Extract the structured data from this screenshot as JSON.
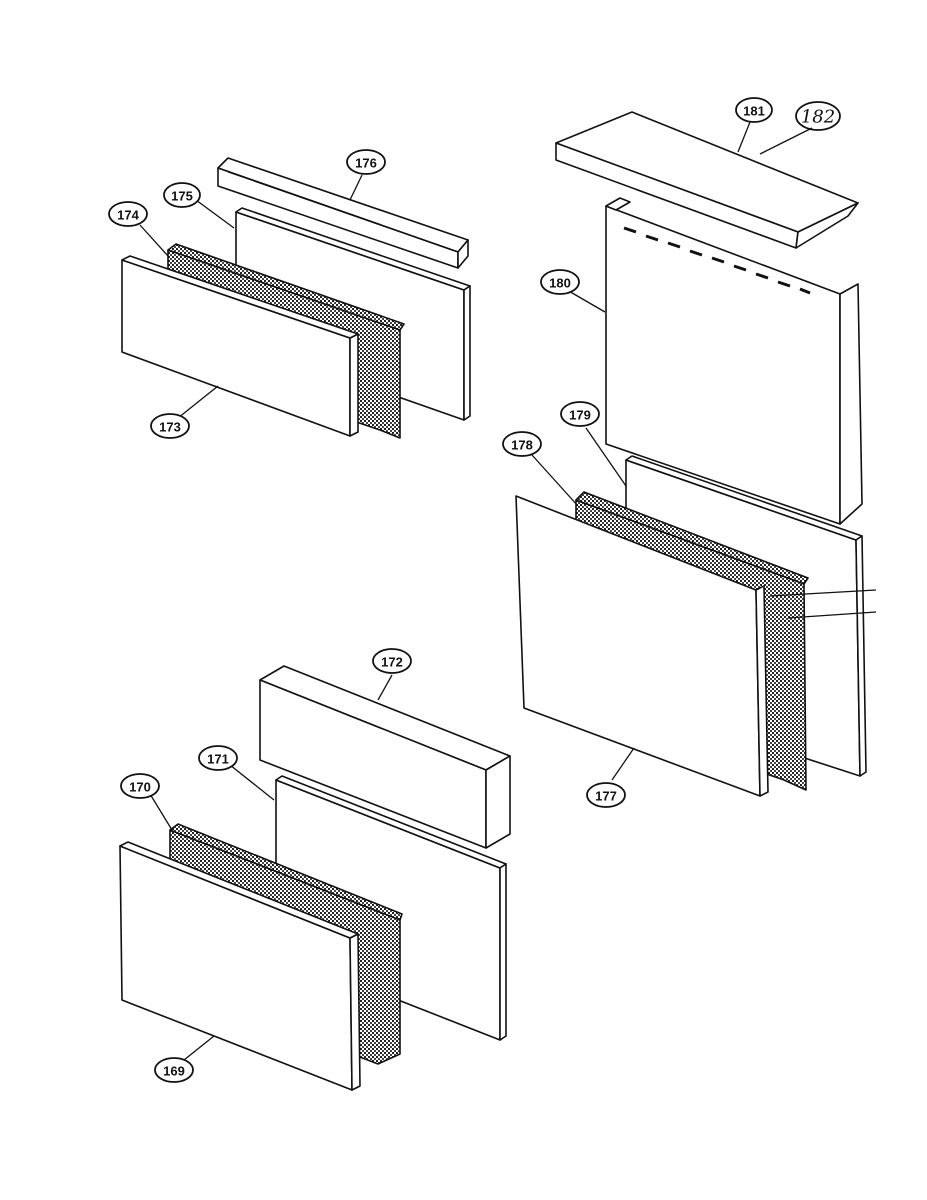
{
  "callouts": {
    "c169": "169",
    "c170": "170",
    "c171": "171",
    "c172": "172",
    "c173": "173",
    "c174": "174",
    "c175": "175",
    "c176": "176",
    "c177": "177",
    "c178": "178",
    "c179": "179",
    "c180": "180",
    "c181": "181",
    "c182": "182"
  },
  "footer": {
    "left": "",
    "right": ""
  }
}
